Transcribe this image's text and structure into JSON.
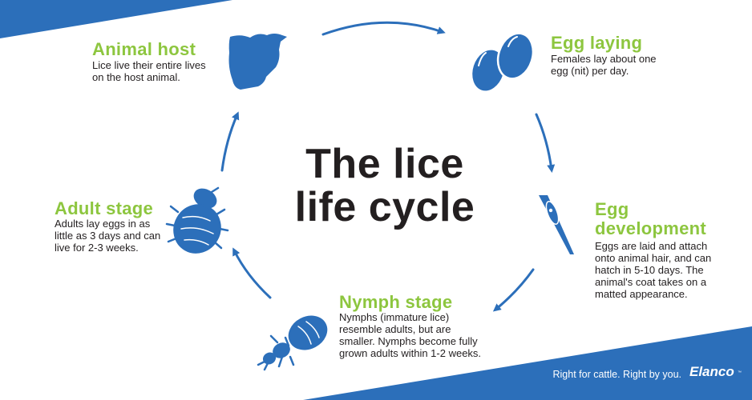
{
  "title": "The lice life cycle",
  "stages": [
    {
      "title": "Animal host",
      "description": "Lice live their entire lives on the host animal.",
      "icon": "cow-head-icon"
    },
    {
      "title": "Egg laying",
      "description": "Females lay about one egg (nit) per day.",
      "icon": "eggs-icon"
    },
    {
      "title": "Egg development",
      "description": "Eggs are laid and attach onto animal hair, and can hatch in 5-10 days. The animal's coat takes on a matted appearance.",
      "icon": "nit-on-hair-icon"
    },
    {
      "title": "Nymph stage",
      "description": "Nymphs (immature lice) resemble adults, but are smaller. Nymphs become fully grown adults within 1-2 weeks.",
      "icon": "nymph-louse-icon"
    },
    {
      "title": "Adult stage",
      "description": "Adults lay eggs in as little as 3 days and can live for 2-3 weeks.",
      "icon": "adult-louse-icon"
    }
  ],
  "footer": {
    "tagline": "Right for cattle. Right by you.",
    "brand": "Elanco",
    "trademark": "™"
  },
  "colors": {
    "accent_green": "#8dc63f",
    "brand_blue": "#2c6fba",
    "text": "#231f20"
  }
}
